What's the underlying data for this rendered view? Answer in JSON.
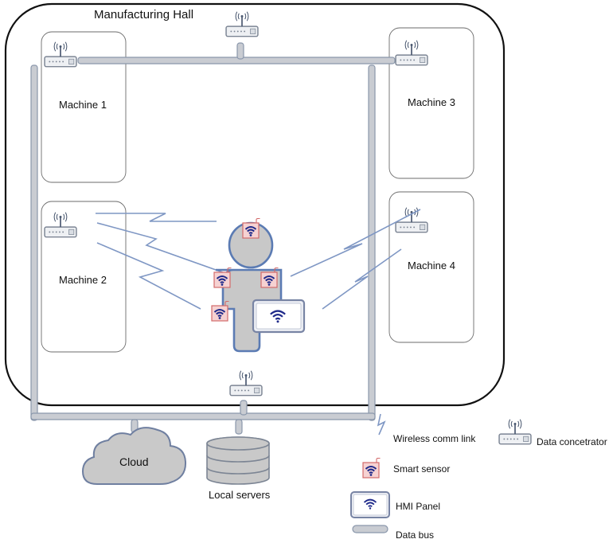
{
  "hall": {
    "title": "Manufacturing Hall"
  },
  "machines": [
    {
      "label": "Machine 1"
    },
    {
      "label": "Machine 2"
    },
    {
      "label": "Machine 3"
    },
    {
      "label": "Machine 4"
    }
  ],
  "infrastructure": {
    "cloud_label": "Cloud",
    "servers_label": "Local servers"
  },
  "legend": {
    "wireless": "Wireless comm link",
    "sensor": "Smart sensor",
    "hmi": "HMI Panel",
    "bus": "Data bus",
    "concentrator": "Data concetrator"
  },
  "colors": {
    "hall_border": "#111111",
    "bus_fill": "#c9ccd2",
    "bus_stroke": "#8a97ab",
    "wireless_link": "#7f97c4",
    "worker_fill": "#c8c8c8",
    "worker_stroke": "#5b7bb3",
    "sensor_fill": "#f6d2d2",
    "sensor_stroke": "#d36a6a",
    "wifi_glyph": "#1f2a8a",
    "cloud_fill": "#c9c9c9",
    "cloud_stroke": "#6f7fa0"
  },
  "icons": {
    "concentrator": "router-antenna-icon",
    "sensor": "wifi-sensor-icon",
    "hmi": "tablet-wifi-icon"
  }
}
